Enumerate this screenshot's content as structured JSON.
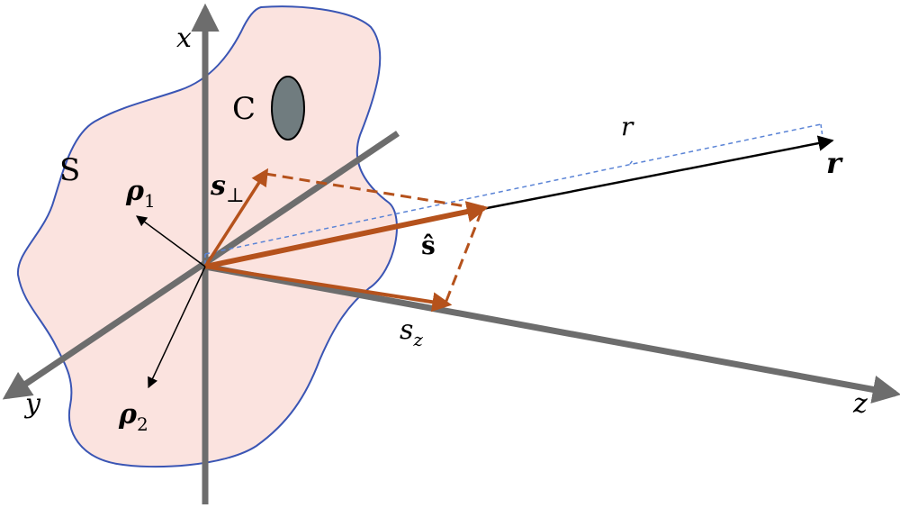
{
  "labels": {
    "x_axis": "x",
    "y_axis": "y",
    "z_axis": "z",
    "region_S": "S",
    "region_C": "C",
    "rho1_base": "ρ",
    "rho1_sub": "1",
    "rho2_base": "ρ",
    "rho2_sub": "2",
    "s_perp_base": "s",
    "s_perp_sub": "⊥",
    "s_hat": "ŝ",
    "s_z_base": "s",
    "s_z_sub": "z",
    "r_dist": "r",
    "r_vec": "r"
  },
  "colors": {
    "region_fill": "#fbe3df",
    "region_stroke": "#3a55b4",
    "axis": "#6d6d6d",
    "vector": "#b5521c",
    "dashed_projection": "#b5521c",
    "ray": "#5b84d6",
    "r_vector": "#000000",
    "ellipse_fill": "#707c7f"
  }
}
